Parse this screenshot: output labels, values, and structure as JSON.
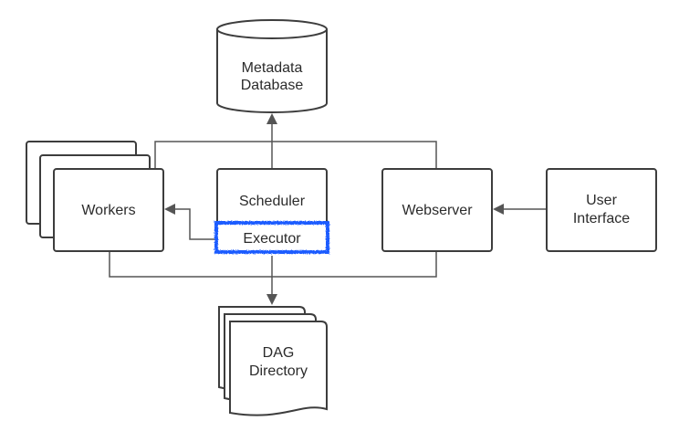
{
  "nodes": {
    "metadata_database": {
      "line1": "Metadata",
      "line2": "Database"
    },
    "workers": {
      "label": "Workers"
    },
    "scheduler": {
      "label": "Scheduler"
    },
    "executor": {
      "label": "Executor"
    },
    "webserver": {
      "label": "Webserver"
    },
    "user_interface": {
      "line1": "User",
      "line2": "Interface"
    },
    "dag_directory": {
      "line1": "DAG",
      "line2": "Directory"
    }
  },
  "colors": {
    "box_stroke": "#3d3d3d",
    "connector": "#555555",
    "executor_highlight": "#1a5cff"
  }
}
